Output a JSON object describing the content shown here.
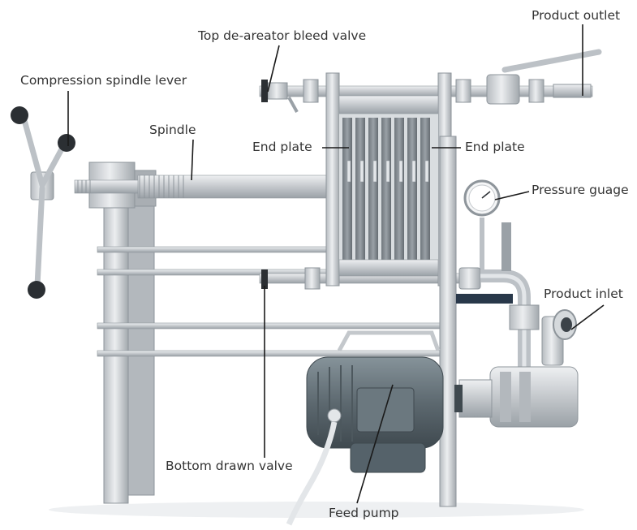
{
  "labels": {
    "product_outlet": "Product outlet",
    "bleed_valve": "Top de-areator bleed valve",
    "spindle_lever": "Compression spindle lever",
    "spindle": "Spindle",
    "end_plate_left": "End plate",
    "end_plate_right": "End plate",
    "pressure_gauge": "Pressure guage",
    "product_inlet": "Product inlet",
    "bottom_valve": "Bottom drawn valve",
    "feed_pump": "Feed pump"
  },
  "colors": {
    "steel": "#c4c8cc",
    "steel_dark": "#8e959b",
    "steel_light": "#e3e6e9",
    "filter_plate": "#7e858b",
    "motor": "#5d6970",
    "knob": "#2b2f33",
    "leader": "#1a1a1a",
    "label_text": "#333333"
  }
}
